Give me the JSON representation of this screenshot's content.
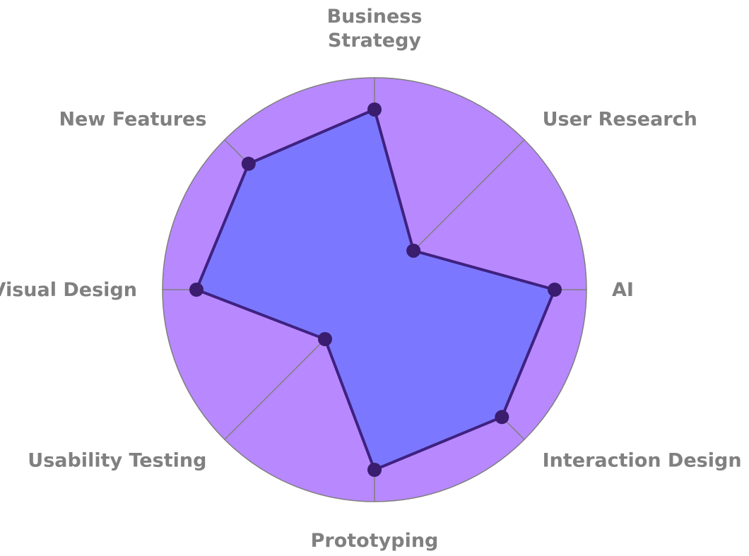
{
  "chart_data": {
    "type": "radar",
    "title": "",
    "axes": [
      "Business Strategy",
      "User Research",
      "AI",
      "Interaction Design",
      "Prototyping",
      "Usability Testing",
      "Visual Design",
      "New Features"
    ],
    "axis_label_lines": [
      [
        "Business",
        "Strategy"
      ],
      [
        "User Research"
      ],
      [
        "AI"
      ],
      [
        "Interaction Design"
      ],
      [
        "Prototyping"
      ],
      [
        "Usability Testing"
      ],
      [
        "Visual Design"
      ],
      [
        "New Features"
      ]
    ],
    "range": [
      0,
      100
    ],
    "series": [
      {
        "values": [
          85,
          26,
          85,
          85,
          85,
          33,
          84,
          84
        ]
      }
    ],
    "grid": true,
    "colors": {
      "background_disc": "#b888ff",
      "area_fill": "#7b78ff",
      "line": "#3f2180",
      "marker": "#3a1d6e",
      "grid_line": "#7f7f7f",
      "label": "#808080"
    }
  }
}
